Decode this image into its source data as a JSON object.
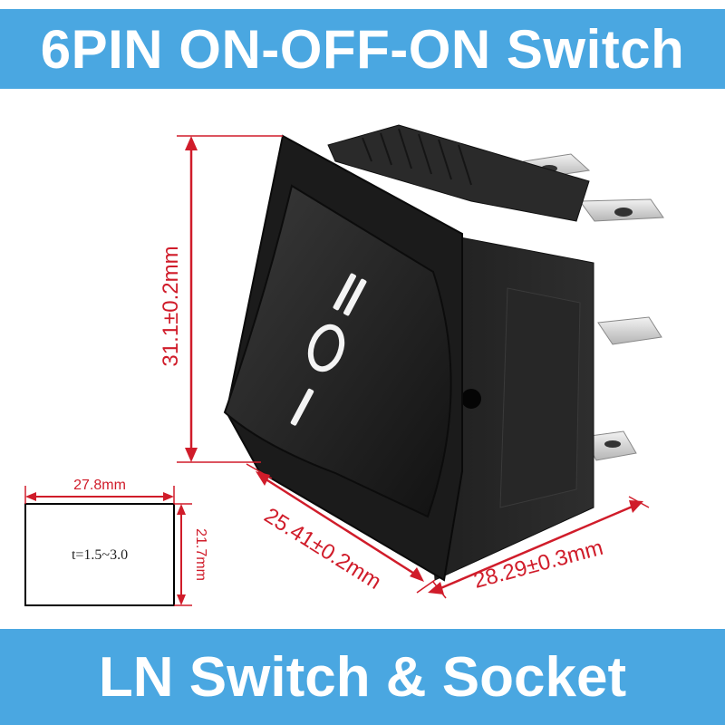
{
  "header": {
    "title": "6PIN ON-OFF-ON Switch"
  },
  "footer": {
    "title": "LN Switch & Socket"
  },
  "dimensions": {
    "height": "31.1±0.2mm",
    "width": "25.41±0.2mm",
    "depth": "28.29±0.3mm",
    "cutout_width": "27.8mm",
    "cutout_height": "21.7mm",
    "thickness": "t=1.5~3.0"
  },
  "rocker_symbols": [
    "II",
    "O",
    "I"
  ],
  "colors": {
    "banner": "#4aa7e1",
    "dimension_line": "#d01c2a",
    "switch_body": "#1b1b1b"
  }
}
